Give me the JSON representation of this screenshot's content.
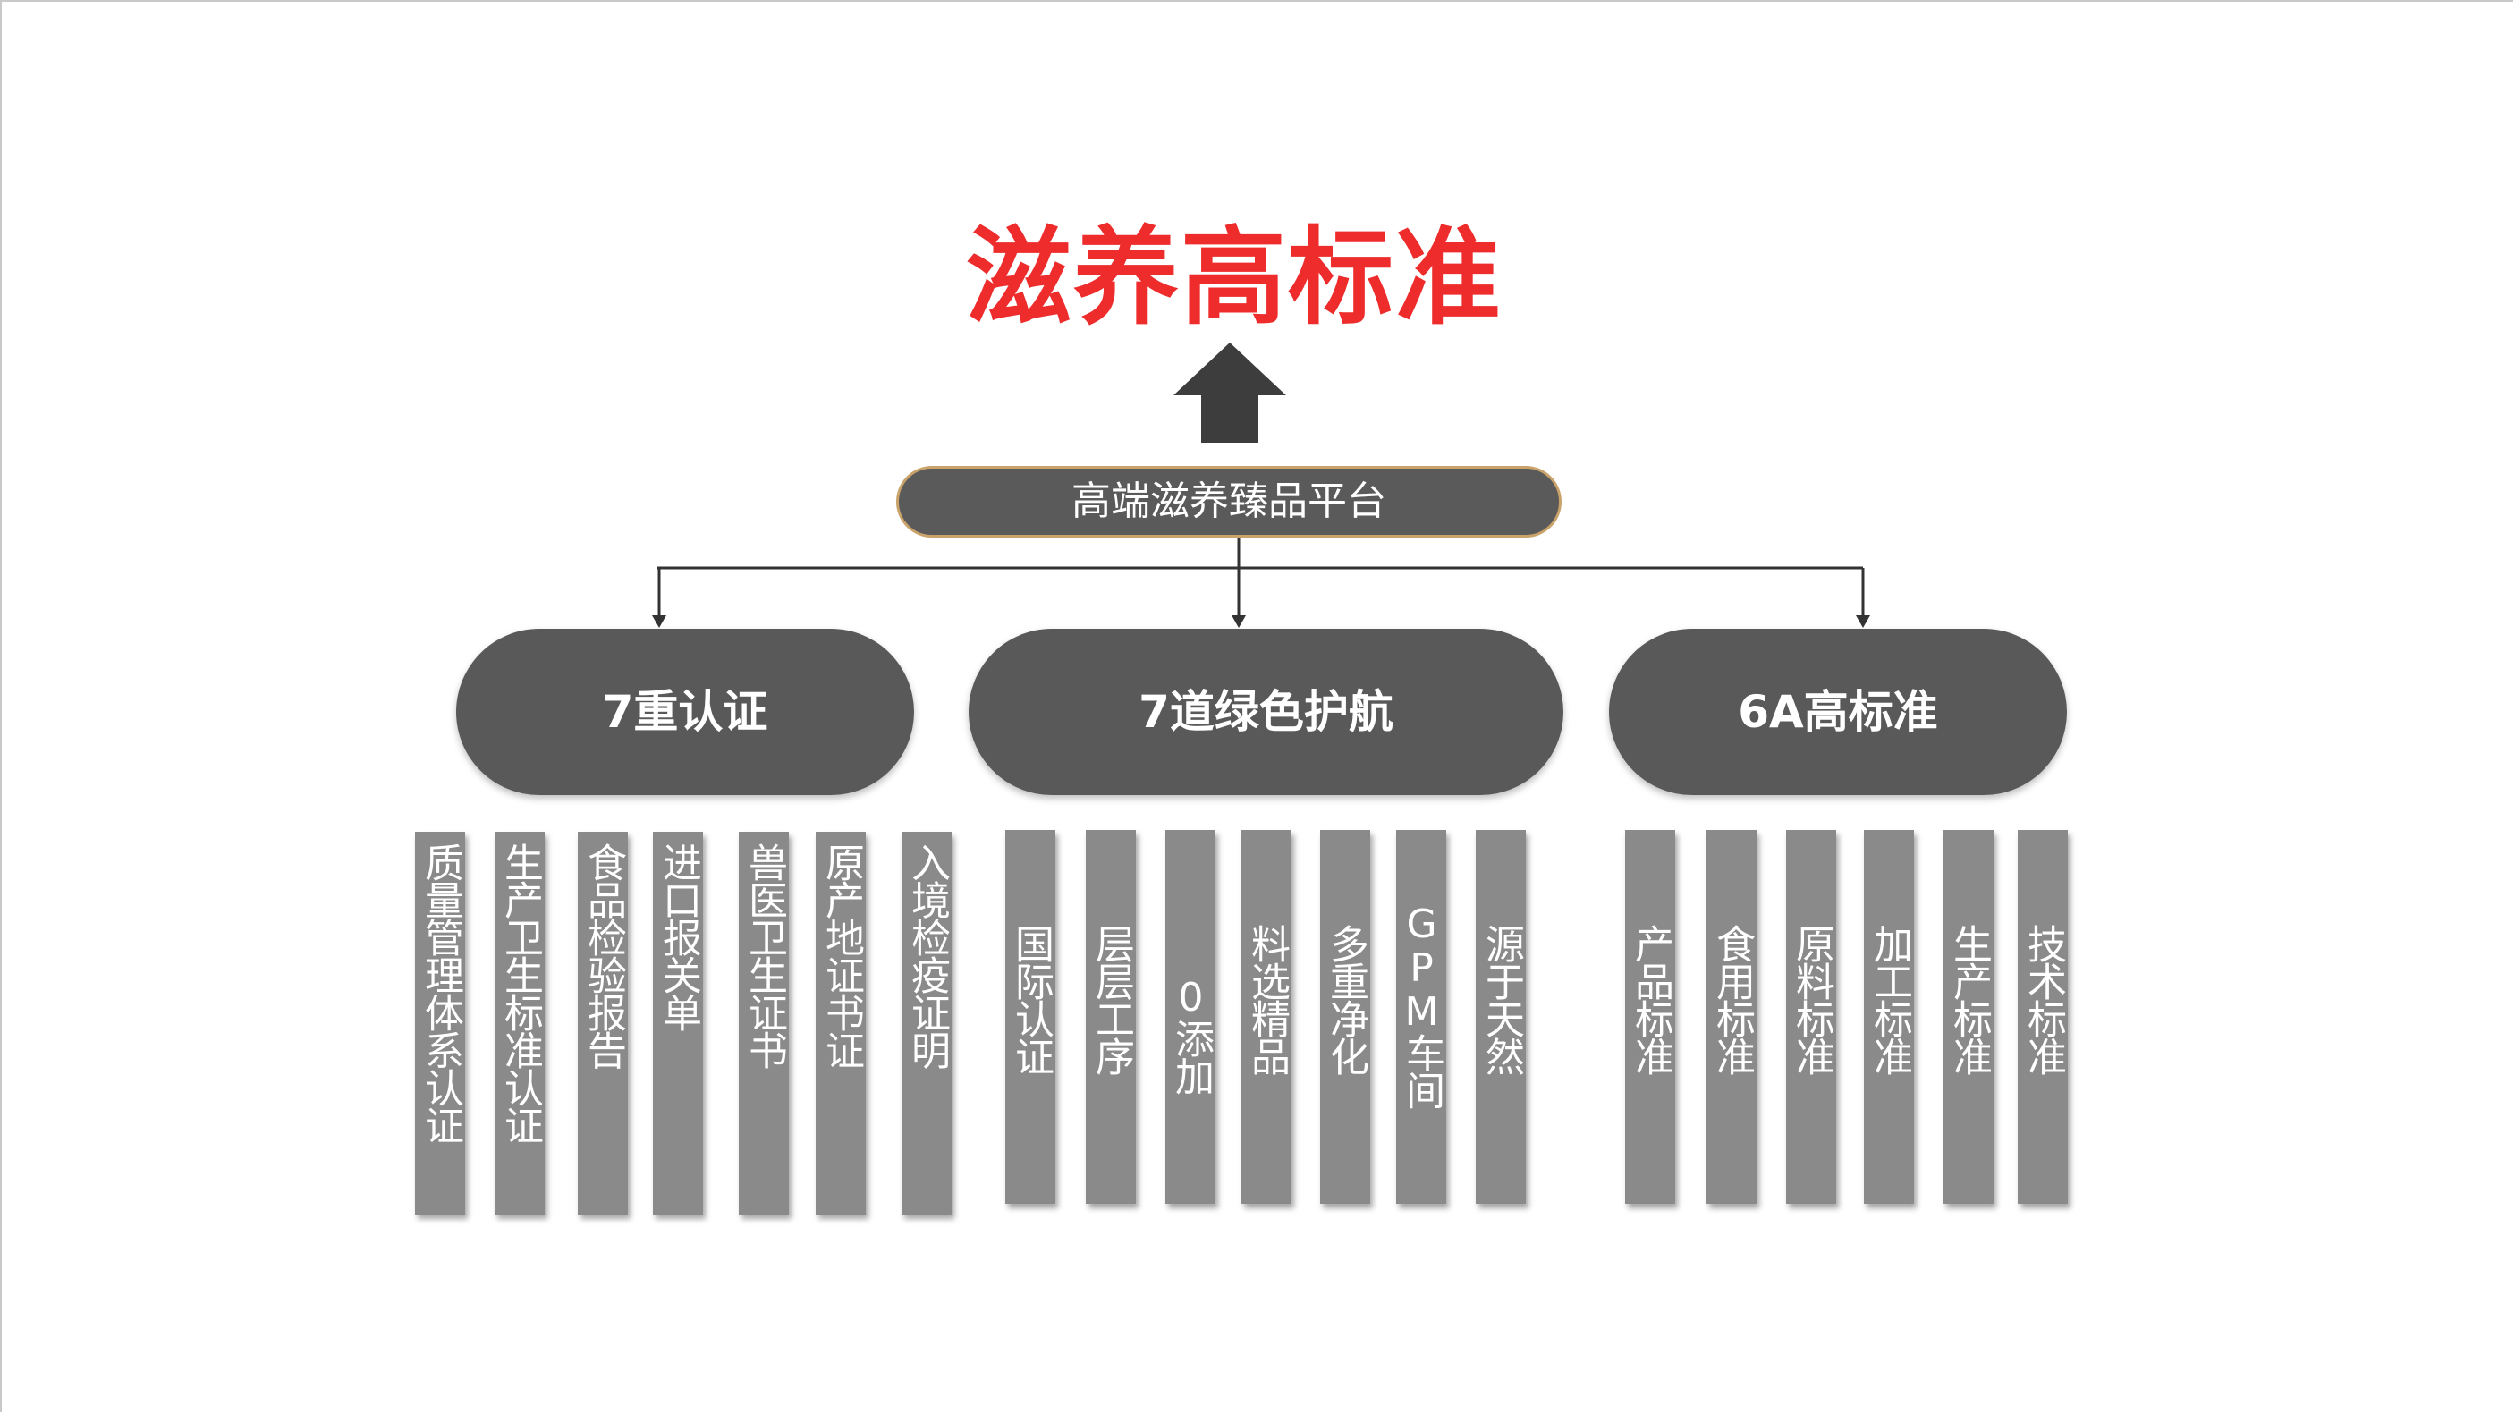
{
  "title": "滋养高标准",
  "platform": "高端滋养臻品平台",
  "categories": [
    {
      "label": "7重认证",
      "items": [
        "质量管理体系认证",
        "生产卫生标准认证",
        "食品检验报告",
        "进口报关单",
        "兽医卫生证书",
        "原产地证书证",
        "入境检疫证明"
      ]
    },
    {
      "label": "7道绿色护航",
      "items": [
        "国际认证",
        "层层工序",
        "0添加",
        "料选精品",
        "多重净化",
        "GPM车间",
        "源于天然"
      ]
    },
    {
      "label": "6A高标准",
      "items": [
        "产品标准",
        "食用标准",
        "原料标准",
        "加工标准",
        "生产标准",
        "技术标准"
      ]
    }
  ],
  "colors": {
    "title": "#ee2c2c",
    "box": "#595959",
    "bar": "#8a8a8a",
    "platform_border": "#c9a36a"
  }
}
